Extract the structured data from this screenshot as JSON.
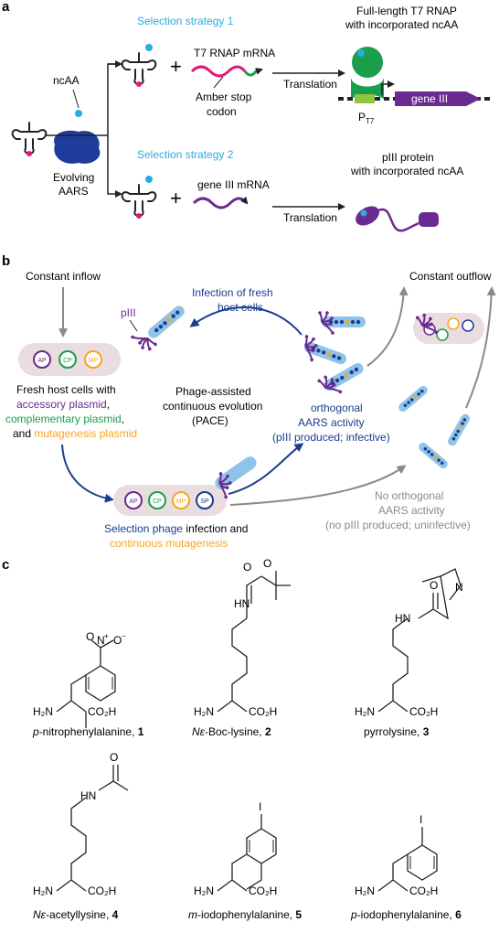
{
  "panel_a": {
    "label": "a",
    "ncaa": "ncAA",
    "evolving_line1": "Evolving",
    "evolving_line2": "AARS",
    "strategy1": "Selection strategy 1",
    "strategy2": "Selection strategy 2",
    "mrna1": "T7 RNAP mRNA",
    "amber_line1": "Amber stop",
    "amber_line2": "codon",
    "translation1": "Translation",
    "fulllength_line1": "Full-length T7 RNAP",
    "fulllength_line2": "with incorporated ncAA",
    "promoter": "P",
    "promoter_sub": "T7",
    "gene3": "gene III",
    "mrna2": "gene III mRNA",
    "translation2": "Translation",
    "piii_line1": "pIII protein",
    "piii_line2": "with incorporated ncAA",
    "plus": "+"
  },
  "panel_b": {
    "label": "b",
    "inflow": "Constant inflow",
    "outflow": "Constant outflow",
    "infection_line1": "Infection of fresh",
    "infection_line2": "host cells",
    "piii": "pIII",
    "fresh_line1": "Fresh host cells with",
    "accessory": "accessory plasmid",
    "comma": ",",
    "complementary": "complementary plasmid",
    "and": "and",
    "mutagenesis": "mutagenesis plasmid",
    "pace_line1": "Phage-assisted",
    "pace_line2": "continuous evolution",
    "pace_line3": "(PACE)",
    "ortho_line1": "orthogonal",
    "ortho_line2": "AARS activity",
    "ortho_line3": "(pIII produced; infective)",
    "selection_phage": "Selection phage",
    "infection_and": "infection and",
    "cont_mut": "continuous mutagenesis",
    "no_ortho_line1": "No orthogonal",
    "no_ortho_line2": "AARS activity",
    "no_ortho_line3": "(no pIII produced; uninfective)",
    "ap": "AP",
    "cp": "CP",
    "mp": "MP",
    "sp": "SP"
  },
  "panel_c": {
    "label": "c",
    "nh2": "H₂N",
    "co2h": "CO₂H",
    "hn": "HN",
    "o": "O",
    "n": "N",
    "nplus": "N",
    "ominus": "O",
    "i": "I",
    "compounds": [
      {
        "prefix": "p",
        "name": "-nitrophenylalanine, ",
        "num": "1"
      },
      {
        "prefix": "Nε",
        "name": "-Boc-lysine, ",
        "num": "2"
      },
      {
        "prefix": "",
        "name": "pyrrolysine, ",
        "num": "3"
      },
      {
        "prefix": "Nε",
        "name": "-acetyllysine, ",
        "num": "4"
      },
      {
        "prefix": "m",
        "name": "-iodophenylalanine, ",
        "num": "5"
      },
      {
        "prefix": "p",
        "name": "-iodophenylalanine, ",
        "num": "6"
      }
    ]
  },
  "colors": {
    "cyan": "#29abe2",
    "green": "#1a9e4b",
    "magenta": "#e0187c",
    "purple": "#6b2a8f",
    "navy": "#1b3c8f",
    "orange": "#f7a521",
    "gray": "#8a8a8a",
    "lightblue": "#8ec3ea"
  }
}
